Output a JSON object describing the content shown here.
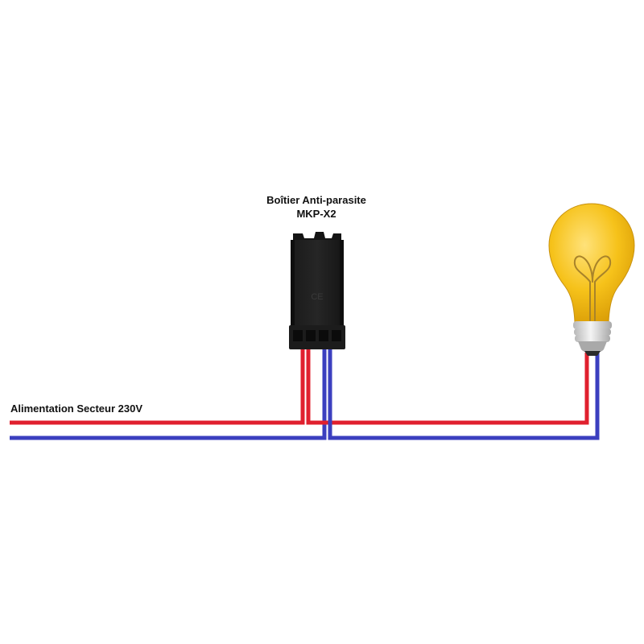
{
  "box": {
    "title_line1": "Boîtier Anti-parasite",
    "title_line2": "MKP-X2",
    "marking": "CE"
  },
  "supply": {
    "label": "Alimentation Secteur 230V"
  },
  "wires": {
    "phase_color": "#e0202e",
    "neutral_color": "#3b3fbf",
    "outline_color": "#ffffff"
  },
  "lamp": {
    "glass_color": "#f6c21a",
    "filament_color": "#a8832a",
    "base_color": "#d8d8d8"
  },
  "icons": [
    "anti-parasite-box-icon",
    "light-bulb-icon"
  ]
}
